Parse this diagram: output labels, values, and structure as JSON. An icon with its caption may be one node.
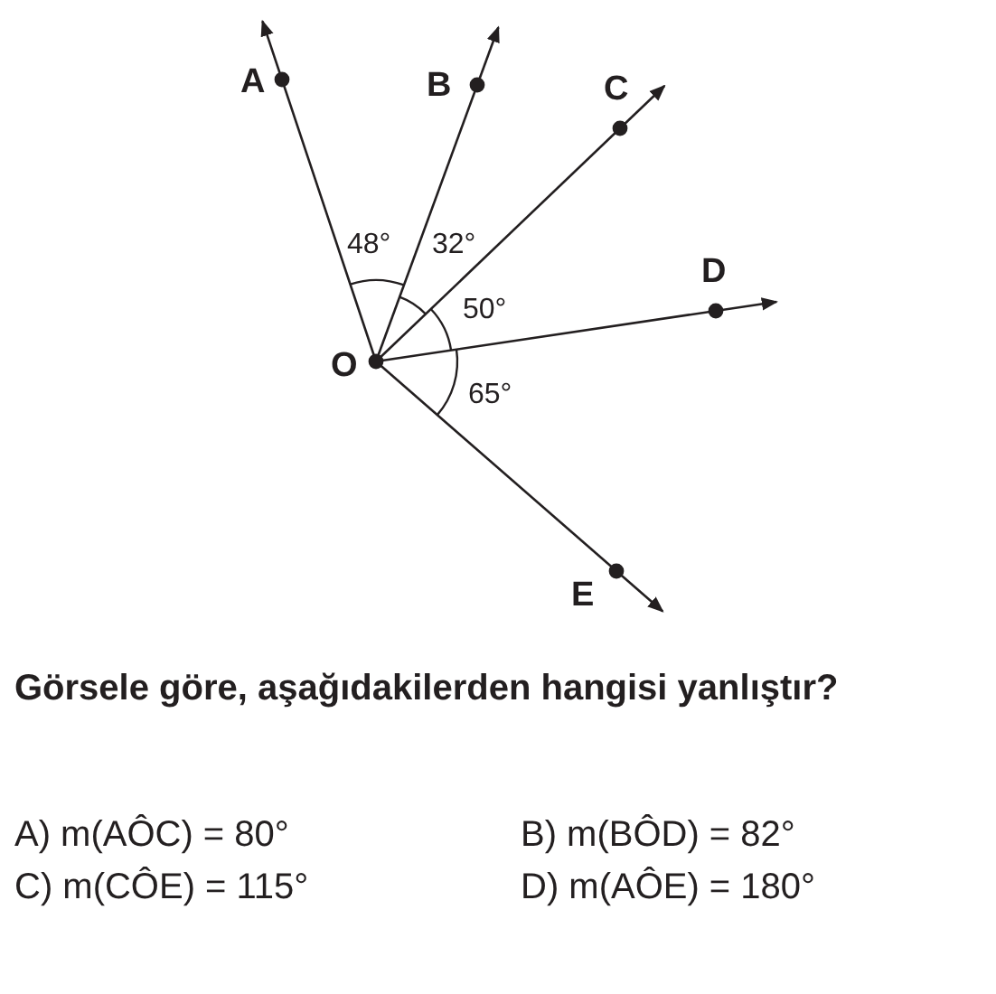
{
  "diagram": {
    "nodes": [
      {
        "text": [
          "O"
        ]
      },
      {
        "text": [
          "A"
        ]
      },
      {
        "text": [
          "B"
        ]
      },
      {
        "text": [
          "C"
        ]
      },
      {
        "text": [
          "D"
        ]
      },
      {
        "text": [
          "E"
        ]
      }
    ],
    "edges": [
      {
        "from": 0,
        "to": 1,
        "arrow": "to"
      },
      {
        "from": 0,
        "to": 2,
        "arrow": "to"
      },
      {
        "from": 0,
        "to": 3,
        "arrow": "to"
      },
      {
        "from": 0,
        "to": 4,
        "arrow": "to"
      },
      {
        "from": 0,
        "to": 5,
        "arrow": "to"
      }
    ],
    "labels": [
      "48°",
      "32°",
      "50°",
      "65°",
      "Görsele göre, aşağıdakilerden hangisi yanlıştır?",
      "A) m(AÔC) = 80°",
      "B) m(BÔD) = 82°",
      "C) m(CÔE) = 115°",
      "D) m(AÔE) = 180°"
    ]
  }
}
